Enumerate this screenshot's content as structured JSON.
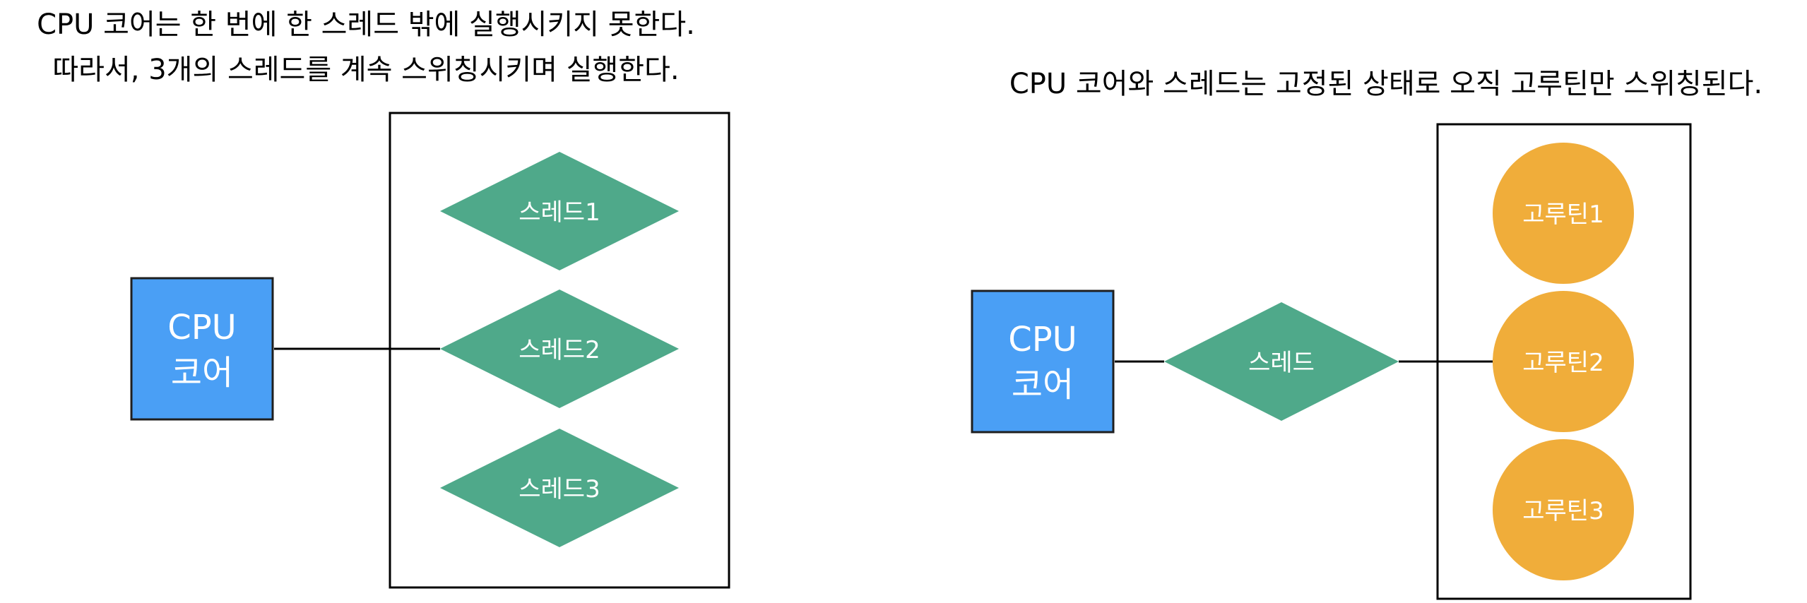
{
  "colors": {
    "cpu_fill": "#4a9ff5",
    "cpu_stroke": "#1f1f1f",
    "thread_fill": "#4fa98a",
    "coroutine_fill": "#f0ad3a",
    "line": "#000000",
    "text": "#000000",
    "label_text": "#ffffff"
  },
  "left": {
    "caption_line1": "CPU 코어는 한 번에 한 스레드 밖에 실행시키지 못한다.",
    "caption_line2": "따라서, 3개의 스레드를 계속 스위칭시키며 실행한다.",
    "cpu_line1": "CPU",
    "cpu_line2": "코어",
    "threads": [
      "스레드1",
      "스레드2",
      "스레드3"
    ]
  },
  "right": {
    "caption": "CPU 코어와 스레드는 고정된 상태로 오직 고루틴만 스위칭된다.",
    "cpu_line1": "CPU",
    "cpu_line2": "코어",
    "thread": "스레드",
    "coroutines": [
      "고루틴1",
      "고루틴2",
      "고루틴3"
    ]
  }
}
